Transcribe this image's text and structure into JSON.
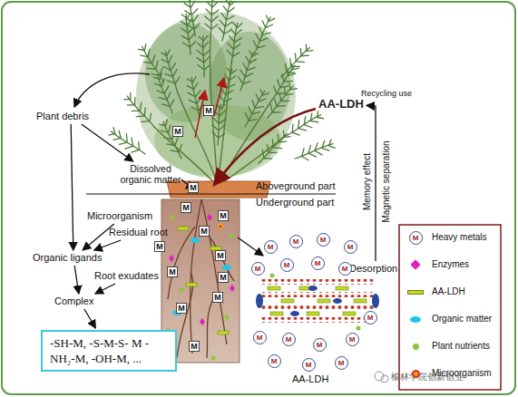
{
  "diagram": {
    "nodes": [
      {
        "text": [
          "Plant debris"
        ]
      },
      {
        "text": [
          "Dissolved organic matter"
        ]
      },
      {
        "text": [
          "AA-LDH"
        ]
      },
      {
        "text": [
          "Microorganism"
        ]
      },
      {
        "text": [
          "Residual root"
        ]
      },
      {
        "text": [
          "Organic ligands"
        ]
      },
      {
        "text": [
          "Root exudates"
        ]
      },
      {
        "text": [
          "Complex"
        ]
      },
      {
        "text": [
          "-SH-M, -S-M-S- M -NH₂-M, -OH-M, ..."
        ]
      },
      {
        "text": [
          "Desorption"
        ]
      }
    ],
    "edges": [
      {
        "from": 0,
        "to": 1,
        "arrow": "to"
      },
      {
        "from": 0,
        "to": 5,
        "arrow": "to"
      },
      {
        "from": 3,
        "to": 5,
        "arrow": "to"
      },
      {
        "from": 4,
        "to": 5,
        "arrow": "to"
      },
      {
        "from": 5,
        "to": 7,
        "arrow": "to"
      },
      {
        "from": 6,
        "to": 7,
        "arrow": "to"
      },
      {
        "from": 7,
        "to": 8,
        "arrow": "to"
      },
      {
        "from": 9,
        "to": 2,
        "arrow": "to"
      }
    ],
    "labels": [
      "Aboveground part",
      "Underground part",
      "Recycling use",
      "Memory effect",
      "Magnetic separation",
      "AA-LDH",
      "M",
      "M",
      "M",
      "M",
      "M",
      "M",
      "M",
      "M",
      "M",
      "M",
      "M",
      "M",
      "M",
      "M",
      "M",
      "M",
      "M",
      "M",
      "M",
      "M",
      "M",
      "M",
      "M",
      "M",
      "M",
      "M",
      "M",
      "M",
      "M",
      "M",
      "榆林学院创新创业"
    ],
    "legend": [
      {
        "text": "Heavy metals"
      },
      {
        "text": "Enzymes",
        "color": "#e020c0"
      },
      {
        "text": "AA-LDH",
        "color": "#c8d820"
      },
      {
        "text": "Organic matter",
        "color": "#20c8e8"
      },
      {
        "text": "Plant nutrients",
        "color": "#8cc83c"
      },
      {
        "text": "Microorganism",
        "color": "#f0a020"
      }
    ]
  }
}
